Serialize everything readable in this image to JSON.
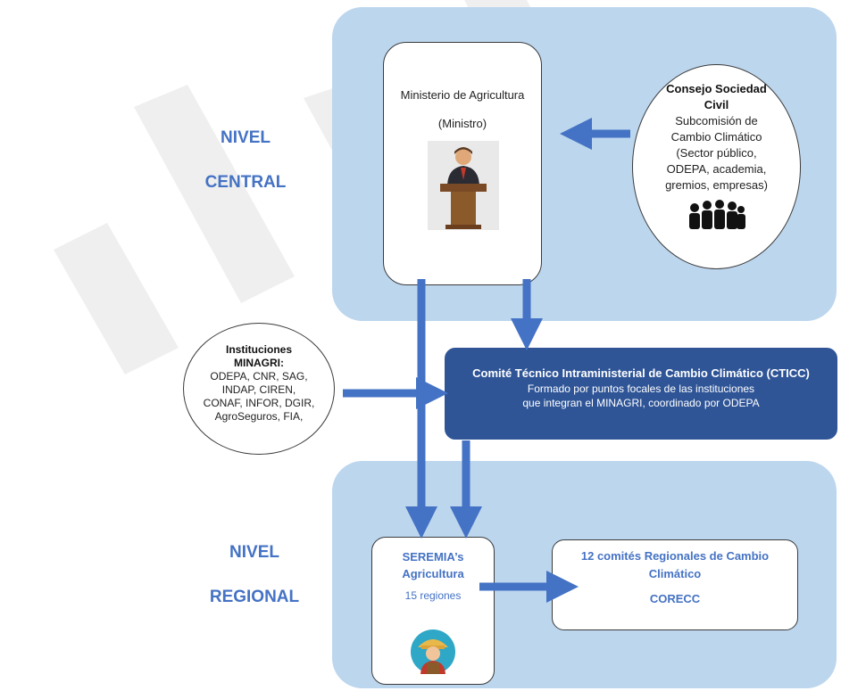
{
  "levels": {
    "central_line1": "NIVEL",
    "central_line2": "CENTRAL",
    "regional_line1": "NIVEL",
    "regional_line2": "REGIONAL"
  },
  "ministerio": {
    "name": "Ministerio de Agricultura",
    "role": "(Ministro)"
  },
  "consejo": {
    "title_line1": "Consejo Sociedad",
    "title_line2": "Civil",
    "body_lines": [
      "Subcomisión de",
      "Cambio Climático",
      "(Sector público,",
      "ODEPA, academia,",
      "gremios, empresas)"
    ]
  },
  "instituciones": {
    "title_line1": "Instituciones",
    "title_line2": "MINAGRI:",
    "body_lines": [
      "ODEPA, CNR, SAG,",
      "INDAP, CIREN,",
      "CONAF, INFOR, DGIR,",
      "AgroSeguros, FIA,"
    ]
  },
  "cticc": {
    "title": "Comité Técnico Intraministerial de Cambio Climático (CTICC)",
    "line1": "Formado por puntos focales de las  instituciones",
    "line2": "que integran el MINAGRI, coordinado por ODEPA"
  },
  "seremia": {
    "title_line1": "SEREMIA’s",
    "title_line2": "Agricultura",
    "subtitle": "15 regiones"
  },
  "corecc": {
    "title_line1": "12 comités Regionales de Cambio",
    "title_line2": "Climático",
    "acronym": "CORECC"
  },
  "colors": {
    "band": "#bcd6ee",
    "level_text": "#4472c4",
    "arrow": "#4472c4",
    "dark_box": "#2f5597"
  }
}
